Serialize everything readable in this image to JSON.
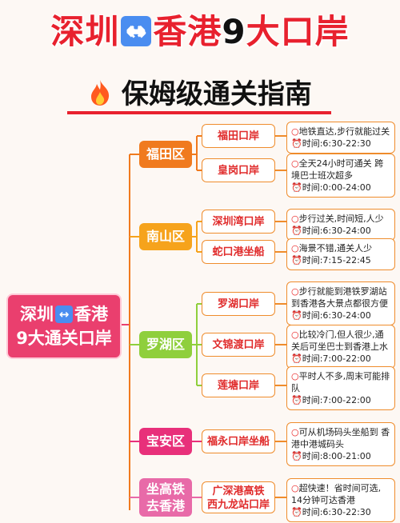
{
  "title": {
    "left": "深圳",
    "right": "香港",
    "number": "9",
    "suffix": "大口岸",
    "arrow": "↔"
  },
  "subtitle": {
    "icon": "fire-icon",
    "text": "保姆级通关指南"
  },
  "root": {
    "line1_left": "深圳",
    "line1_right": "香港",
    "line2": "9大通关口岸"
  },
  "colors": {
    "title_red": "#e8212e",
    "root": "#ea3f6e",
    "futian": "#f07a1e",
    "nanshan": "#f6a31c",
    "luohu": "#8fcf3c",
    "baoan": "#e8307a",
    "highspeed": "#e86aa8",
    "border": "#ef8c2c"
  },
  "districts": [
    {
      "name": "福田区",
      "ports": [
        {
          "name": "福田口岸",
          "desc": "地铁直达,步行就能过关",
          "time_label": "时间:",
          "time": "6:30-22:30"
        },
        {
          "name": "皇岗口岸",
          "desc": "全天24小时可通关 跨境巴士班次超多",
          "time_label": "时间:",
          "time": "0:00-24:00"
        }
      ]
    },
    {
      "name": "南山区",
      "ports": [
        {
          "name": "深圳湾口岸",
          "desc": "步行过关,时间短,人少",
          "time_label": "时间:",
          "time": "6:30-24:00"
        },
        {
          "name": "蛇口港坐船",
          "desc": "海景不错,通关人少",
          "time_label": "时间:",
          "time": "7:15-22:45"
        }
      ]
    },
    {
      "name": "罗湖区",
      "ports": [
        {
          "name": "罗湖口岸",
          "desc": "步行就能到港铁罗湖站 到香港各大景点都很方便",
          "time_label": "时间:",
          "time": "6:30-24:00"
        },
        {
          "name": "文锦渡口岸",
          "desc": "比较冷门,但人很少,通关后可坐巴士到香港上水",
          "time_label": "时间:",
          "time": "7:00-22:00"
        },
        {
          "name": "莲塘口岸",
          "desc": "平时人不多,周末可能排队",
          "time_label": "时间:",
          "time": "7:00-22:00"
        }
      ]
    },
    {
      "name": "宝安区",
      "ports": [
        {
          "name": "福永口岸坐船",
          "desc": "可从机场码头坐船到 香港中港城码头",
          "time_label": "时间:",
          "time": "8:00-21:00"
        }
      ]
    },
    {
      "name": "坐高铁\n去香港",
      "name_line1": "坐高铁",
      "name_line2": "去香港",
      "ports": [
        {
          "name": "广深港高铁 西九龙站口岸",
          "name_line1": "广深港高铁",
          "name_line2": "西九龙站口岸",
          "desc": "超快速！省时间可选, 14分钟可达香港",
          "time_label": "时间:",
          "time": "6:30-22:30"
        }
      ]
    }
  ]
}
